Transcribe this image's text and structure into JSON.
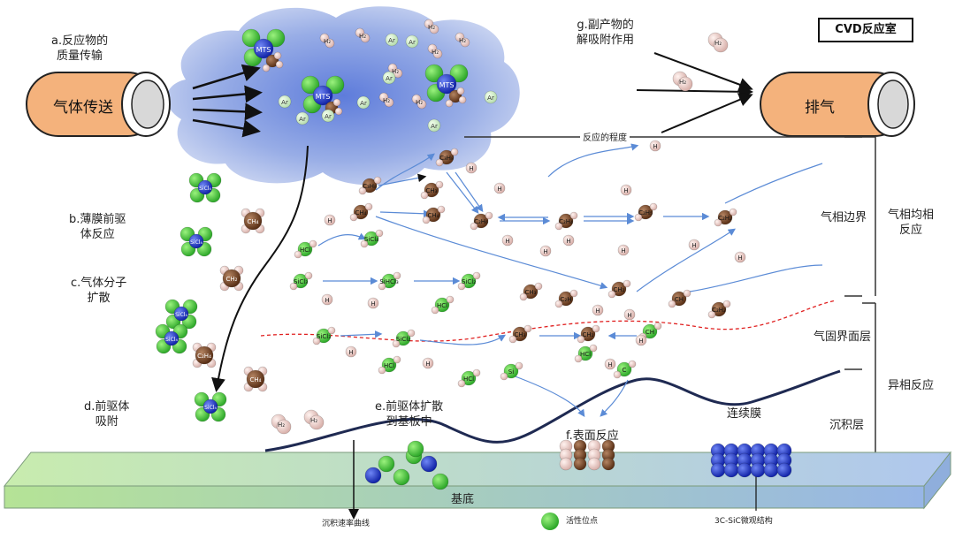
{
  "title": "CVD反应室",
  "pipes": {
    "inlet": "气体传送",
    "outlet": "排气"
  },
  "steps": {
    "a": [
      "a.反应物的",
      "质量传输"
    ],
    "b": [
      "b.薄膜前驱",
      "体反应"
    ],
    "c": [
      "c.气体分子",
      "扩散"
    ],
    "d": [
      "d.前驱体",
      "吸附"
    ],
    "e": [
      "e.前驱体扩散",
      "到基板中"
    ],
    "f": "f.表面反应",
    "g": [
      "g.副产物的",
      "解吸附作用"
    ]
  },
  "zones": {
    "gas_boundary": "气相边界",
    "gas_homogeneous": [
      "气相均相",
      "反应"
    ],
    "gas_solid_interface": "气固界面层",
    "heterogeneous": "异相反应",
    "deposition_layer": "沉积层",
    "continuous_film": "连续膜",
    "substrate": "基底",
    "reaction_degree": "反应的程度"
  },
  "captions": {
    "growth_curve": "沉积速率曲线",
    "active_site": "活性位点",
    "microstructure": "3C-SiC微观结构"
  },
  "species": {
    "mts": "MTS",
    "ar": "Ar",
    "h2": "H₂",
    "hcl": "HCl",
    "sicl4": "SiCl₄",
    "sicl3": "SiCl₃",
    "sicl2": "SiCl₂",
    "sihcl3": "SiHCl₃",
    "ch4": "CH₄",
    "ch3": "CH₃",
    "ch2": "CH₂",
    "ch": "CH",
    "c2h6": "C₂H₆",
    "c2h4": "C₂H₄",
    "c2h5": "C₂H₅",
    "c2h2": "C₂H₂",
    "c2h": "C₂H",
    "c3h8": "C₃H₈",
    "h": "H",
    "si": "Si",
    "c": "C",
    "sicl": "SiCl",
    "c2h4p": "C₂H₄"
  },
  "colors": {
    "pipe": "#F4B27C",
    "cloud": "#7F98E0",
    "substrate_left": "#BFE6A0",
    "substrate_right": "#A9C3EA",
    "arrow": "#5B8BD6",
    "dashed": "#E02020"
  }
}
